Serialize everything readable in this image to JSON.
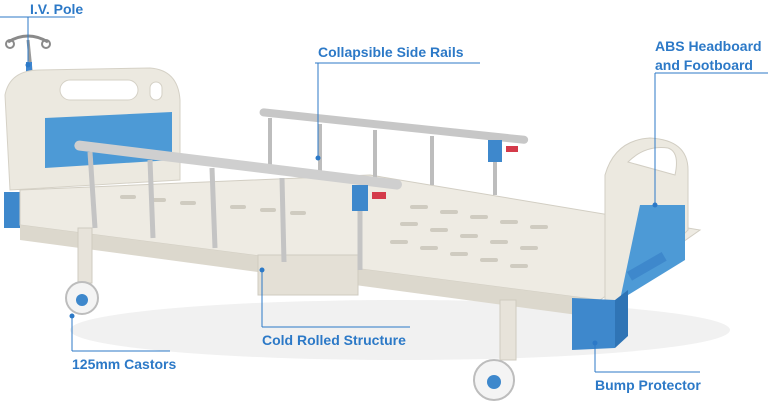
{
  "labels": {
    "iv_pole": "I.V. Pole",
    "side_rails": "Collapsible Side Rails",
    "abs_line1": "ABS Headboard",
    "abs_line2": "and Footboard",
    "castors": "125mm Castors",
    "cold_rolled": "Cold Rolled Structure",
    "bump_protector": "Bump Protector"
  },
  "colors": {
    "accent": "#2c79c7",
    "bed_body": "#ece9e0",
    "panel_blue": "#4d9ad6",
    "rail_grey": "#bfbfbf",
    "handle_red": "#d43a4a"
  }
}
